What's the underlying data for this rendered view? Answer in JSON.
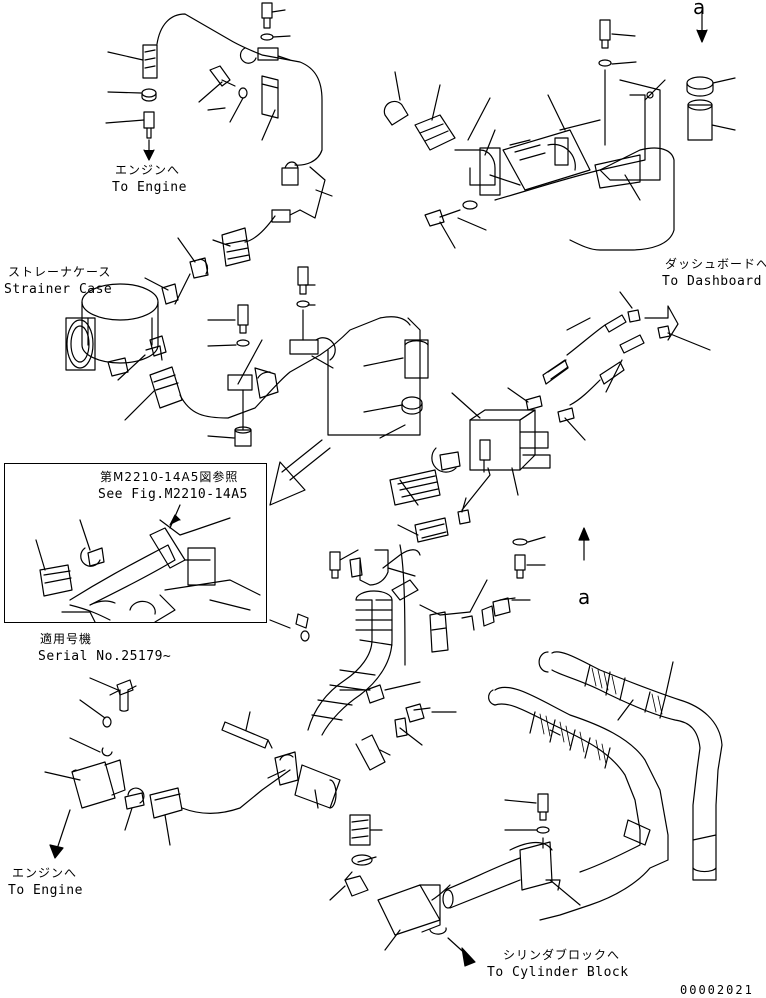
{
  "labels": {
    "to_engine_top_jp": "エンジンへ",
    "to_engine_top_en": "To Engine",
    "strainer_jp": "ストレーナケース",
    "strainer_en": "Strainer Case",
    "dashboard_jp": "ダッシュボードへ",
    "dashboard_en": "To Dashboard",
    "ref_a_top": "a",
    "ref_a_mid": "a",
    "see_fig_jp": "第M2210-14A5図参照",
    "see_fig_en": "See Fig.M2210-14A5",
    "serial_jp": "適用号機",
    "serial_en": "Serial No.25179~",
    "to_engine_bottom_jp": "エンジンへ",
    "to_engine_bottom_en": "To Engine",
    "cylinder_jp": "シリンダブロックへ",
    "cylinder_en": "To Cylinder Block",
    "drawing_no": "00002021"
  },
  "colors": {
    "ink": "#000000",
    "paper": "#ffffff"
  }
}
